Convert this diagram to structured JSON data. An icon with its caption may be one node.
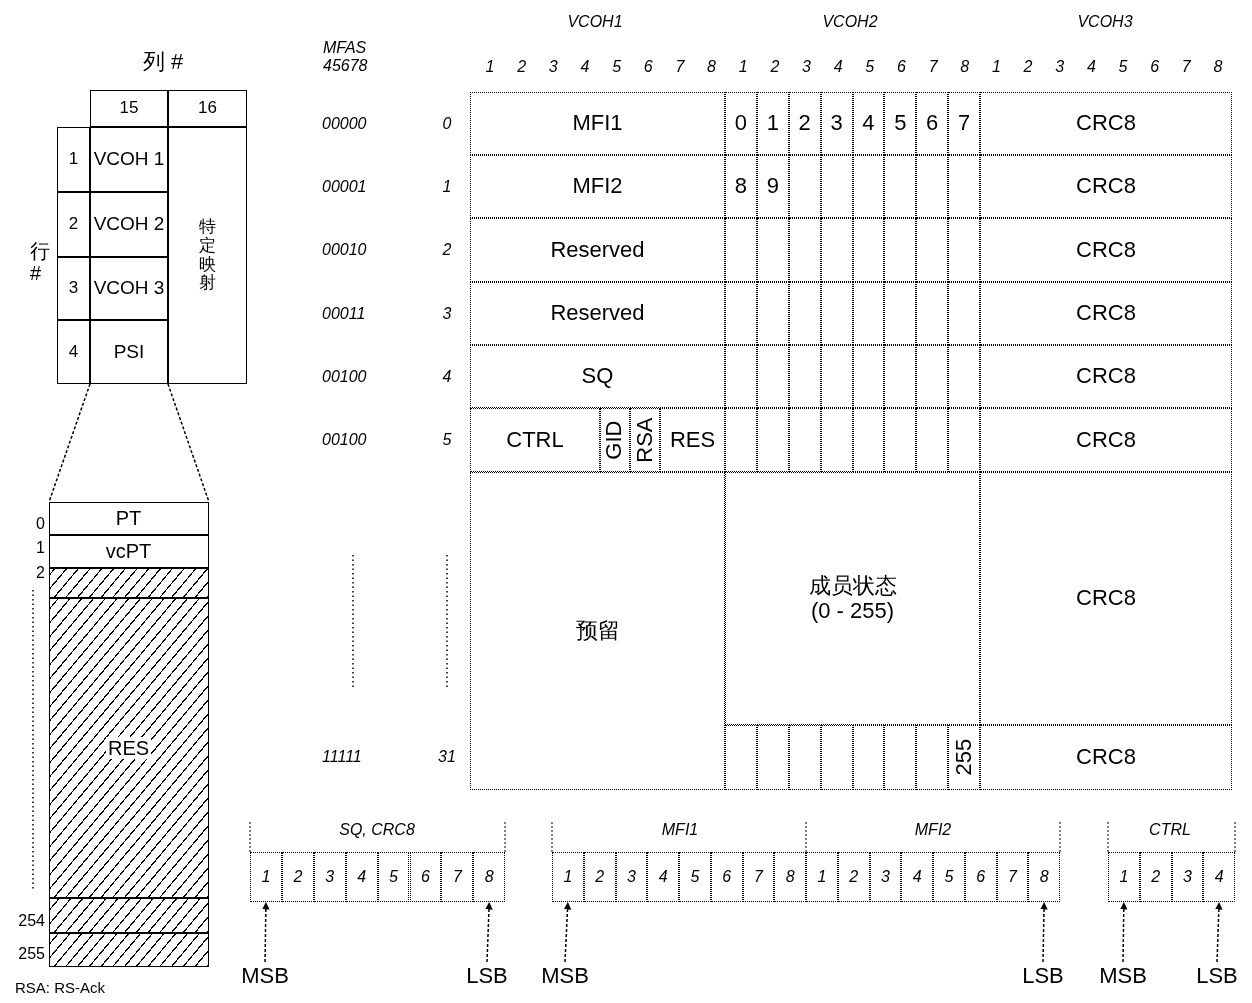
{
  "diagram": {
    "nodes": [
      {
        "text": [
          "15"
        ]
      },
      {
        "text": [
          "16"
        ]
      },
      {
        "text": [
          "1"
        ]
      },
      {
        "text": [
          "VCOH 1"
        ]
      },
      {
        "text": [
          "特定映射"
        ]
      },
      {
        "text": [
          "2"
        ]
      },
      {
        "text": [
          "VCOH 2"
        ]
      },
      {
        "text": [
          "3"
        ]
      },
      {
        "text": [
          "VCOH 3"
        ]
      },
      {
        "text": [
          "4"
        ]
      },
      {
        "text": [
          "PSI"
        ]
      },
      {
        "text": [],
        "shape": "box"
      },
      {
        "text": [
          "PT"
        ],
        "in": 11
      },
      {
        "text": [
          "vcPT"
        ],
        "in": 11
      },
      {
        "text": [],
        "shape": "box",
        "in": 11
      },
      {
        "text": [
          "RES"
        ],
        "in": 11
      },
      {
        "text": [],
        "shape": "box",
        "in": 11
      },
      {
        "text": [],
        "shape": "box",
        "in": 11
      },
      {
        "text": [
          "MFI1"
        ]
      },
      {
        "text": [
          "0"
        ]
      },
      {
        "text": [
          "1"
        ]
      },
      {
        "text": [
          "2"
        ]
      },
      {
        "text": [
          "3"
        ]
      },
      {
        "text": [
          "4"
        ]
      },
      {
        "text": [
          "5"
        ]
      },
      {
        "text": [
          "6"
        ]
      },
      {
        "text": [
          "7"
        ]
      },
      {
        "text": [
          "CRC8"
        ]
      },
      {
        "text": [
          "MFI2"
        ]
      },
      {
        "text": [
          "8"
        ]
      },
      {
        "text": [
          "9"
        ]
      },
      {
        "text": [],
        "shape": "box"
      },
      {
        "text": [],
        "shape": "box"
      },
      {
        "text": [],
        "shape": "box"
      },
      {
        "text": [],
        "shape": "box"
      },
      {
        "text": [],
        "shape": "box"
      },
      {
        "text": [],
        "shape": "box"
      },
      {
        "text": [
          "CRC8"
        ]
      },
      {
        "text": [
          "Reserved"
        ]
      },
      {
        "text": [],
        "shape": "box"
      },
      {
        "text": [],
        "shape": "box"
      },
      {
        "text": [],
        "shape": "box"
      },
      {
        "text": [],
        "shape": "box"
      },
      {
        "text": [],
        "shape": "box"
      },
      {
        "text": [],
        "shape": "box"
      },
      {
        "text": [],
        "shape": "box"
      },
      {
        "text": [],
        "shape": "box"
      },
      {
        "text": [
          "CRC8"
        ]
      },
      {
        "text": [
          "Reserved"
        ]
      },
      {
        "text": [],
        "shape": "box"
      },
      {
        "text": [],
        "shape": "box"
      },
      {
        "text": [],
        "shape": "box"
      },
      {
        "text": [],
        "shape": "box"
      },
      {
        "text": [],
        "shape": "box"
      },
      {
        "text": [],
        "shape": "box"
      },
      {
        "text": [],
        "shape": "box"
      },
      {
        "text": [],
        "shape": "box"
      },
      {
        "text": [
          "CRC8"
        ]
      },
      {
        "text": [
          "SQ"
        ]
      },
      {
        "text": [],
        "shape": "box"
      },
      {
        "text": [],
        "shape": "box"
      },
      {
        "text": [],
        "shape": "box"
      },
      {
        "text": [],
        "shape": "box"
      },
      {
        "text": [],
        "shape": "box"
      },
      {
        "text": [],
        "shape": "box"
      },
      {
        "text": [],
        "shape": "box"
      },
      {
        "text": [],
        "shape": "box"
      },
      {
        "text": [
          "CRC8"
        ]
      },
      {
        "text": [
          "CTRL"
        ]
      },
      {
        "text": [
          "GID"
        ]
      },
      {
        "text": [
          "RSA"
        ]
      },
      {
        "text": [
          "RES"
        ]
      },
      {
        "text": [],
        "shape": "box"
      },
      {
        "text": [],
        "shape": "box"
      },
      {
        "text": [],
        "shape": "box"
      },
      {
        "text": [],
        "shape": "box"
      },
      {
        "text": [],
        "shape": "box"
      },
      {
        "text": [],
        "shape": "box"
      },
      {
        "text": [],
        "shape": "box"
      },
      {
        "text": [],
        "shape": "box"
      },
      {
        "text": [
          "CRC8"
        ]
      },
      {
        "text": [
          "预留"
        ]
      },
      {
        "text": [
          "成员状态",
          "(0 - 255)"
        ]
      },
      {
        "text": [
          "CRC8"
        ]
      },
      {
        "text": [],
        "shape": "box"
      },
      {
        "text": [],
        "shape": "box"
      },
      {
        "text": [],
        "shape": "box"
      },
      {
        "text": [],
        "shape": "box"
      },
      {
        "text": [],
        "shape": "box"
      },
      {
        "text": [],
        "shape": "box"
      },
      {
        "text": [],
        "shape": "box"
      },
      {
        "text": [
          "255"
        ]
      },
      {
        "text": [
          "CRC8"
        ]
      },
      {
        "text": [
          "1"
        ]
      },
      {
        "text": [
          "2"
        ]
      },
      {
        "text": [
          "3"
        ]
      },
      {
        "text": [
          "4"
        ]
      },
      {
        "text": [
          "5"
        ]
      },
      {
        "text": [
          "6"
        ]
      },
      {
        "text": [
          "7"
        ]
      },
      {
        "text": [
          "8"
        ]
      },
      {
        "text": [
          "1"
        ]
      },
      {
        "text": [
          "2"
        ]
      },
      {
        "text": [
          "3"
        ]
      },
      {
        "text": [
          "4"
        ]
      },
      {
        "text": [
          "5"
        ]
      },
      {
        "text": [
          "6"
        ]
      },
      {
        "text": [
          "7"
        ]
      },
      {
        "text": [
          "8"
        ]
      },
      {
        "text": [
          "1"
        ]
      },
      {
        "text": [
          "2"
        ]
      },
      {
        "text": [
          "3"
        ]
      },
      {
        "text": [
          "4"
        ]
      },
      {
        "text": [
          "5"
        ]
      },
      {
        "text": [
          "6"
        ]
      },
      {
        "text": [
          "7"
        ]
      },
      {
        "text": [
          "8"
        ]
      },
      {
        "text": [
          "1"
        ]
      },
      {
        "text": [
          "2"
        ]
      },
      {
        "text": [
          "3"
        ]
      },
      {
        "text": [
          "4"
        ]
      },
      {
        "text": [
          "MSB"
        ]
      },
      {
        "text": [
          "LSB"
        ]
      },
      {
        "text": [
          "MSB"
        ]
      },
      {
        "text": [
          "LSB"
        ]
      },
      {
        "text": [
          "MSB"
        ]
      },
      {
        "text": [
          "LSB"
        ]
      }
    ],
    "edges": [
      {
        "from": 121,
        "to": 93,
        "arrow": "to",
        "style": "dashed"
      },
      {
        "from": 122,
        "to": 100,
        "arrow": "to",
        "style": "dashed"
      },
      {
        "from": 123,
        "to": 101,
        "arrow": "to",
        "style": "dashed"
      },
      {
        "from": 124,
        "to": 116,
        "arrow": "to",
        "style": "dashed"
      },
      {
        "from": 125,
        "to": 117,
        "arrow": "to",
        "style": "dashed"
      },
      {
        "from": 126,
        "to": 120,
        "arrow": "to",
        "style": "dashed"
      },
      {
        "from": 10,
        "to": 11,
        "arrow": "none",
        "style": "dashed"
      },
      {
        "from": 10,
        "to": 11,
        "arrow": "none",
        "style": "dashed"
      }
    ],
    "labels": [
      "列 #",
      "行#",
      "0",
      "1",
      "2",
      "254",
      "255",
      "VCOH1",
      "VCOH2",
      "VCOH3",
      "MFAS 45678",
      "1",
      "2",
      "3",
      "4",
      "5",
      "6",
      "7",
      "8",
      "1",
      "2",
      "3",
      "4",
      "5",
      "6",
      "7",
      "8",
      "1",
      "2",
      "3",
      "4",
      "5",
      "6",
      "7",
      "8",
      "00000",
      "0",
      "00001",
      "1",
      "00010",
      "2",
      "00011",
      "3",
      "00100",
      "4",
      "00100",
      "5",
      "11111",
      "31",
      "SQ, CRC8",
      "MFI1",
      "MFI2",
      "CTRL",
      "RSA: RS-Ack"
    ]
  }
}
